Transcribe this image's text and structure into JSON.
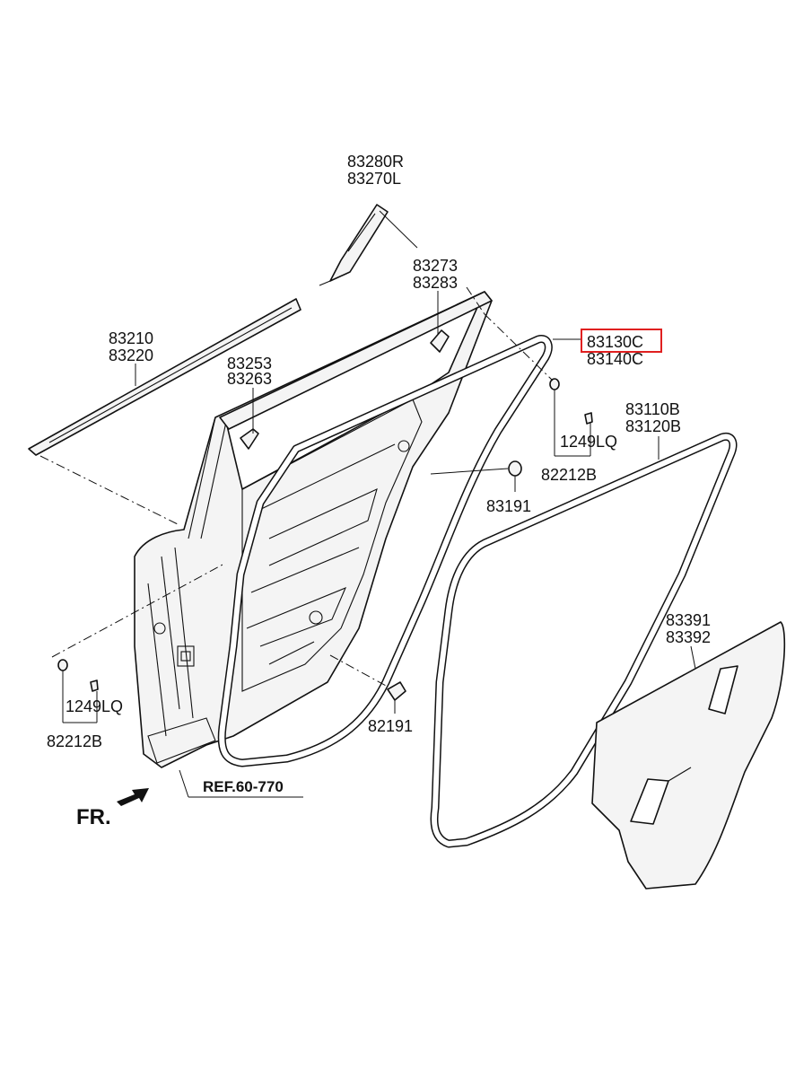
{
  "labels": {
    "l83280R": "83280R",
    "l83270L": "83270L",
    "l83273": "83273",
    "l83283": "83283",
    "l83210": "83210",
    "l83220": "83220",
    "l83253": "83253",
    "l83263": "83263",
    "l83130C": "83130C",
    "l83140C": "83140C",
    "l83110B": "83110B",
    "l83120B": "83120B",
    "l1249LQ_right": "1249LQ",
    "l82212B_right": "82212B",
    "l83191": "83191",
    "l83391": "83391",
    "l83392": "83392",
    "l1249LQ_left": "1249LQ",
    "l82212B_left": "82212B",
    "l82191": "82191",
    "ref": "REF.60-770",
    "fr": "FR."
  },
  "highlight_color": "#e02020"
}
